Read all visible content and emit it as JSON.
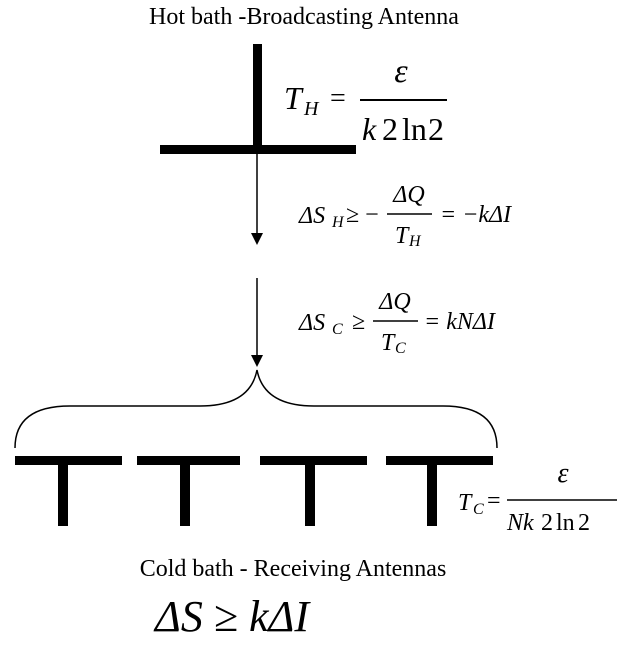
{
  "top_label": "Hot bath -Broadcasting Antenna",
  "bottom_label": "Cold bath - Receiving Antennas",
  "eq_TH": {
    "lhs_main": "T",
    "lhs_sub": "H",
    "equals": "=",
    "numerator": "ε",
    "den_k": "k",
    "den_2": "2",
    "den_ln": "ln",
    "den_2b": "2"
  },
  "eq_dSH": {
    "lhs": "ΔS",
    "lhs_sub": "H",
    "geq": "≥ −",
    "numerator": "ΔQ",
    "den_main": "T",
    "den_sub": "H",
    "rhs": "= −kΔI"
  },
  "eq_dSC": {
    "lhs": "ΔS",
    "lhs_sub": "C",
    "geq": "≥",
    "numerator": "ΔQ",
    "den_main": "T",
    "den_sub": "C",
    "rhs": "= kNΔI"
  },
  "eq_TC": {
    "lhs_main": "T",
    "lhs_sub": "C",
    "equals": "=",
    "numerator": "ε",
    "den_Nk": "Nk",
    "den_2": "2",
    "den_ln": "ln",
    "den_2b": "2"
  },
  "eq_final": {
    "text": "ΔS ≥ kΔI"
  }
}
